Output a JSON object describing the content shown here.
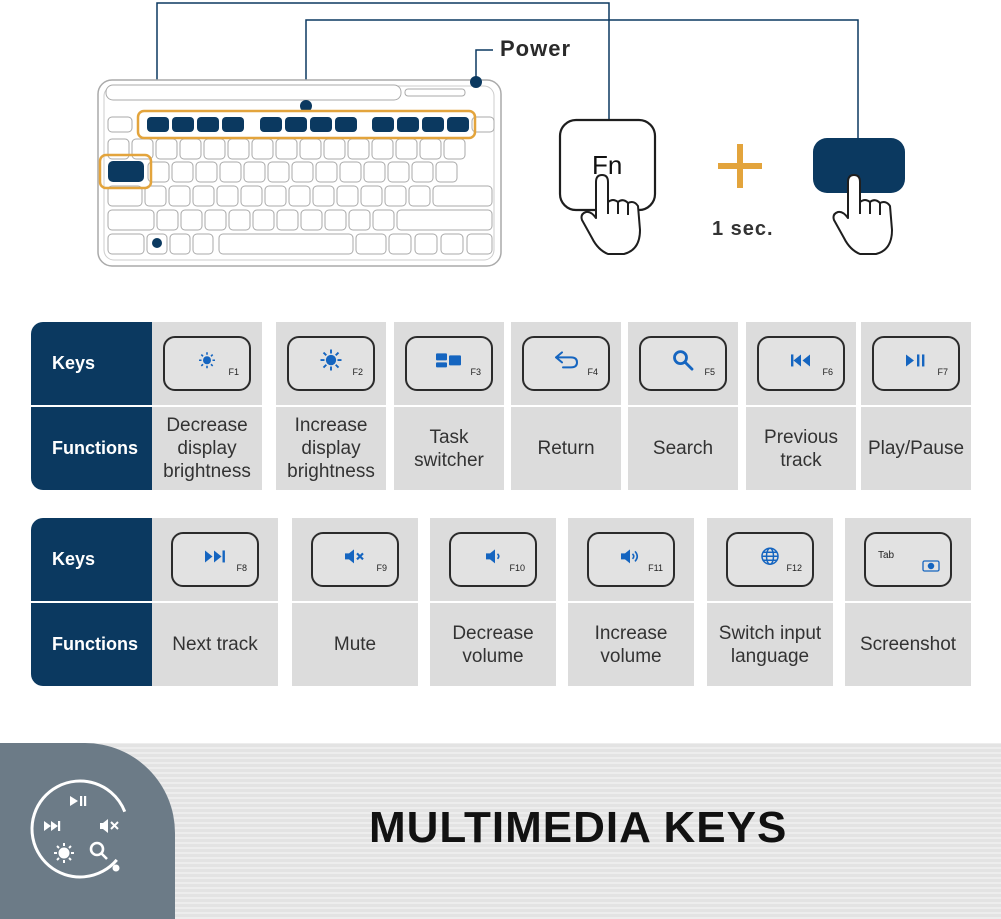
{
  "diagram": {
    "power_label": "Power",
    "fn_key_label": "Fn",
    "hold_duration": "1 sec.",
    "colors": {
      "navy": "#0b3960",
      "orange": "#e3a43c",
      "key_outline": "#9a9a9a"
    }
  },
  "table_headers": {
    "keys": "Keys",
    "functions": "Functions"
  },
  "row1": [
    {
      "key": "F1",
      "icon": "brightness-low-icon",
      "function": "Decrease display brightness"
    },
    {
      "key": "F2",
      "icon": "brightness-high-icon",
      "function": "Increase display brightness"
    },
    {
      "key": "F3",
      "icon": "task-switcher-icon",
      "function": "Task switcher"
    },
    {
      "key": "F4",
      "icon": "return-icon",
      "function": "Return"
    },
    {
      "key": "F5",
      "icon": "search-icon",
      "function": "Search"
    },
    {
      "key": "F6",
      "icon": "previous-track-icon",
      "function": "Previous track"
    },
    {
      "key": "F7",
      "icon": "play-pause-icon",
      "function": "Play/Pause"
    }
  ],
  "row2": [
    {
      "key": "F8",
      "icon": "next-track-icon",
      "function": "Next track"
    },
    {
      "key": "F9",
      "icon": "mute-icon",
      "function": "Mute"
    },
    {
      "key": "F10",
      "icon": "volume-down-icon",
      "function": "Decrease volume"
    },
    {
      "key": "F11",
      "icon": "volume-up-icon",
      "function": "Increase volume"
    },
    {
      "key": "F12",
      "icon": "globe-icon",
      "function": "Switch input language"
    },
    {
      "key": "Tab",
      "icon": "screenshot-icon",
      "function": "Screenshot"
    }
  ],
  "footer": {
    "title": "MULTIMEDIA KEYS"
  }
}
